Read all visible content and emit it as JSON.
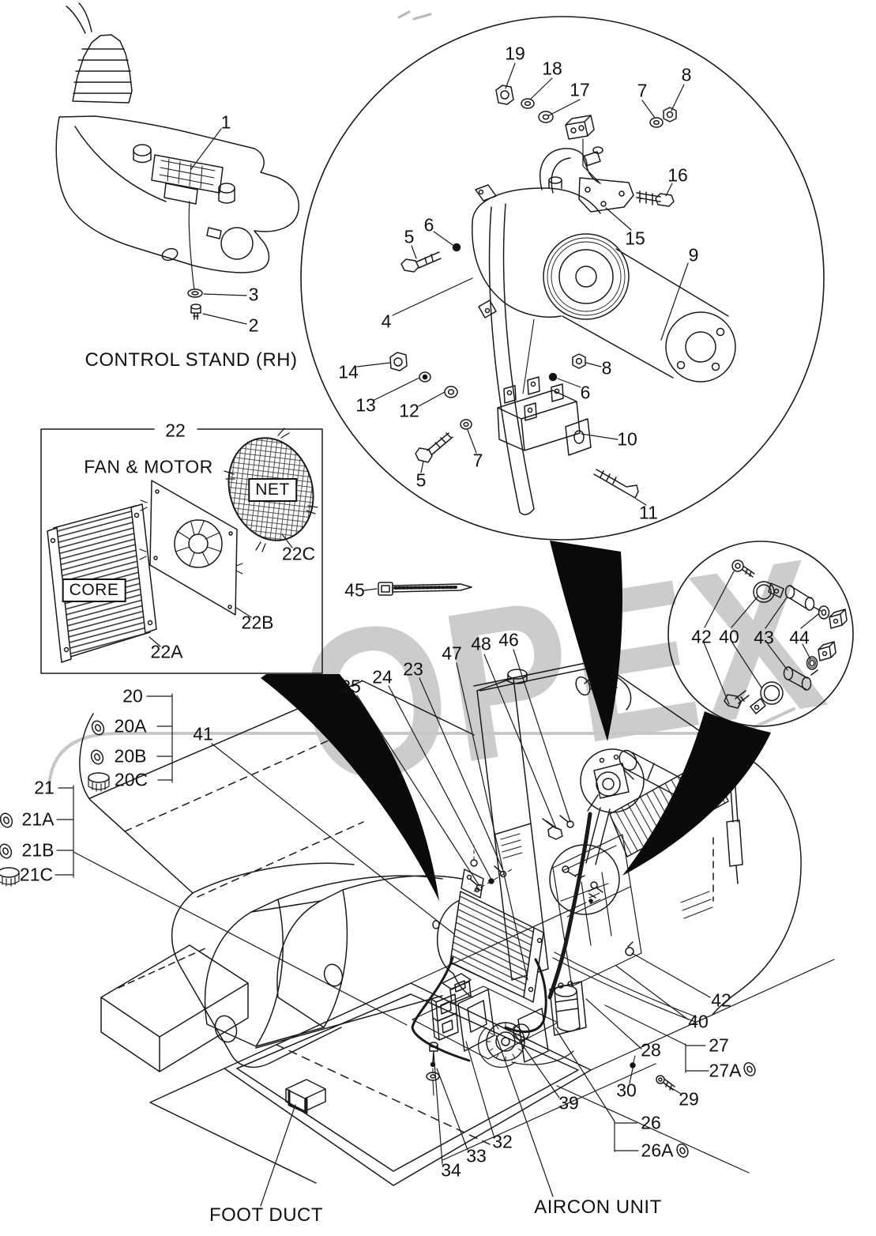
{
  "watermark": "OPEX",
  "captions": {
    "control_stand": "CONTROL STAND (RH)",
    "fan_motor": "FAN & MOTOR",
    "core": "CORE",
    "net": "NET",
    "foot_duct": "FOOT DUCT",
    "aircon_unit": "AIRCON UNIT"
  },
  "labels": {
    "p1": "1",
    "p2": "2",
    "p3": "3",
    "p4": "4",
    "p5a": "5",
    "p5b": "5",
    "p6a": "6",
    "p6b": "6",
    "p7a": "7",
    "p7b": "7",
    "p8a": "8",
    "p8b": "8",
    "p9": "9",
    "p10": "10",
    "p11": "11",
    "p12": "12",
    "p13": "13",
    "p14": "14",
    "p15": "15",
    "p16": "16",
    "p17": "17",
    "p18": "18",
    "p19": "19",
    "p20": "20",
    "p20A": "20A",
    "p20B": "20B",
    "p20C": "20C",
    "p21": "21",
    "p21A": "21A",
    "p21B": "21B",
    "p21C": "21C",
    "p22": "22",
    "p22A": "22A",
    "p22B": "22B",
    "p22C": "22C",
    "p23": "23",
    "p24": "24",
    "p25": "25",
    "p26": "26",
    "p26A": "26A",
    "p27": "27",
    "p27A": "27A",
    "p28": "28",
    "p29": "29",
    "p30": "30",
    "p32": "32",
    "p33": "33",
    "p34": "34",
    "p39": "39",
    "p40a": "40",
    "p40b": "40",
    "p41": "41",
    "p42a": "42",
    "p42b": "42",
    "p43": "43",
    "p44": "44",
    "p45": "45",
    "p46": "46",
    "p47": "47",
    "p48": "48"
  }
}
